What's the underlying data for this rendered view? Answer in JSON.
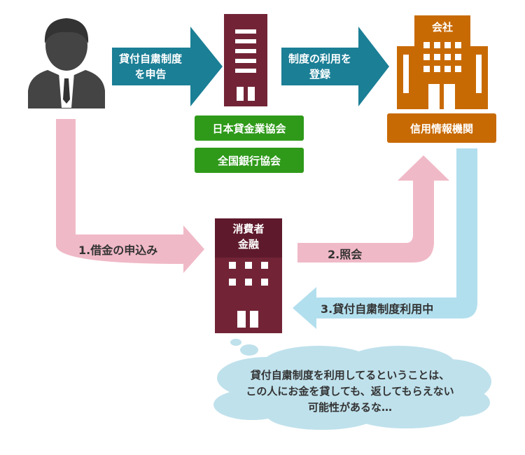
{
  "colors": {
    "teal": "#1b7f96",
    "maroon": "#722436",
    "maroon_dark": "#5e1a2c",
    "green": "#2f9a1a",
    "orange": "#c86a04",
    "pink": "#f0b9c7",
    "light_blue": "#b2dfee",
    "person": "#444444",
    "cloud": "#bfe1ec"
  },
  "labels": {
    "apply_line1": "貸付自粛制度",
    "apply_line2": "を申告",
    "register_line1": "制度の利用を",
    "register_line2": "登録",
    "company_roof": "会社",
    "assoc1": "日本貸金業協会",
    "assoc2": "全国銀行協会",
    "credit_bureau": "信用情報機関",
    "consumer_line1": "消費者",
    "consumer_line2": "金融",
    "step1": "1.借金の申込み",
    "step2": "2.照会",
    "step3": "3.貸付自粛制度利用中"
  },
  "thought": {
    "line1": "貸付自粛制度を利用してるということは、",
    "line2": "この人にお金を貸しても、返してもらえない",
    "line3": "可能性があるな…"
  },
  "icons": {
    "person": "businessman-icon",
    "association_building": "office-building-icon",
    "company_building": "company-building-icon",
    "consumer_building": "finance-building-icon",
    "thought": "thought-bubble-icon"
  }
}
